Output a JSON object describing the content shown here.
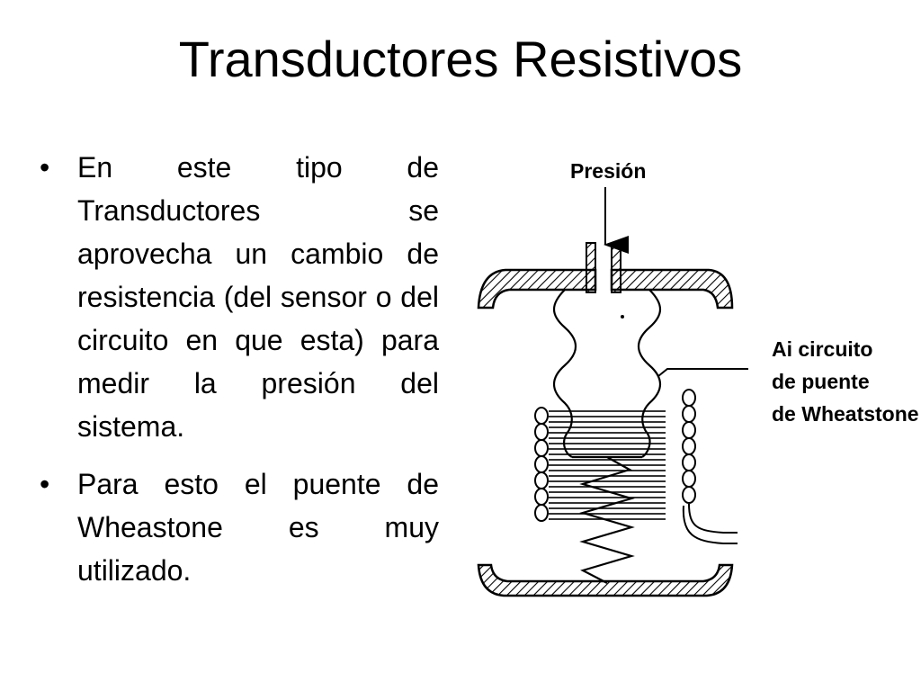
{
  "slide": {
    "title": "Transductores Resistivos",
    "bullets": [
      "En este tipo de Transductores se aprovecha un cambio de resistencia (del sensor o del circuito en que esta) para medir la presión del sistema.",
      "Para esto el puente de Wheastone es muy utilizado."
    ],
    "bullet_glyph": "•"
  },
  "diagram": {
    "pressure_label": "Presión",
    "circuit_label": [
      "Ai circuito",
      "de puente",
      "de Wheatstone"
    ]
  }
}
